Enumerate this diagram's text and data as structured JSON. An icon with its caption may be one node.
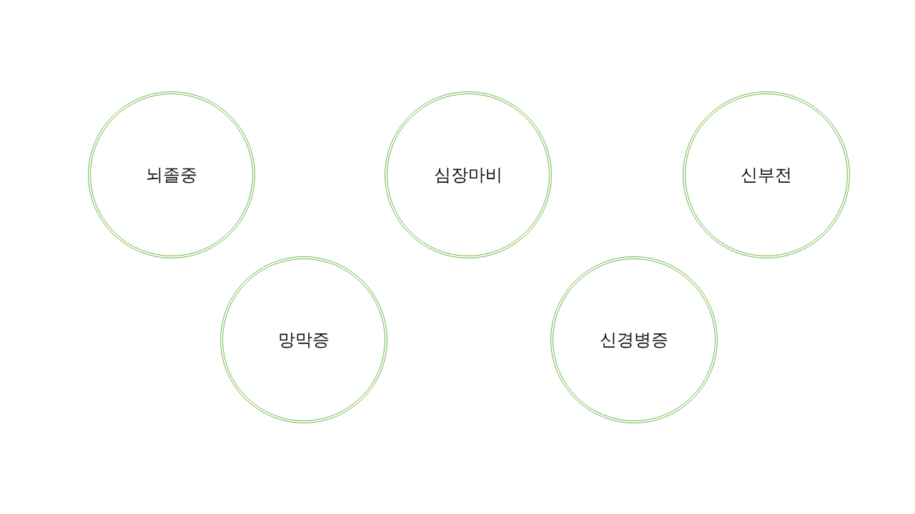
{
  "diagram": {
    "nodes": [
      {
        "text": [
          "뇌졸중"
        ]
      },
      {
        "text": [
          "심장마비"
        ]
      },
      {
        "text": [
          "신부전"
        ]
      },
      {
        "text": [
          "망막증"
        ]
      },
      {
        "text": [
          "신경병증"
        ]
      }
    ]
  }
}
